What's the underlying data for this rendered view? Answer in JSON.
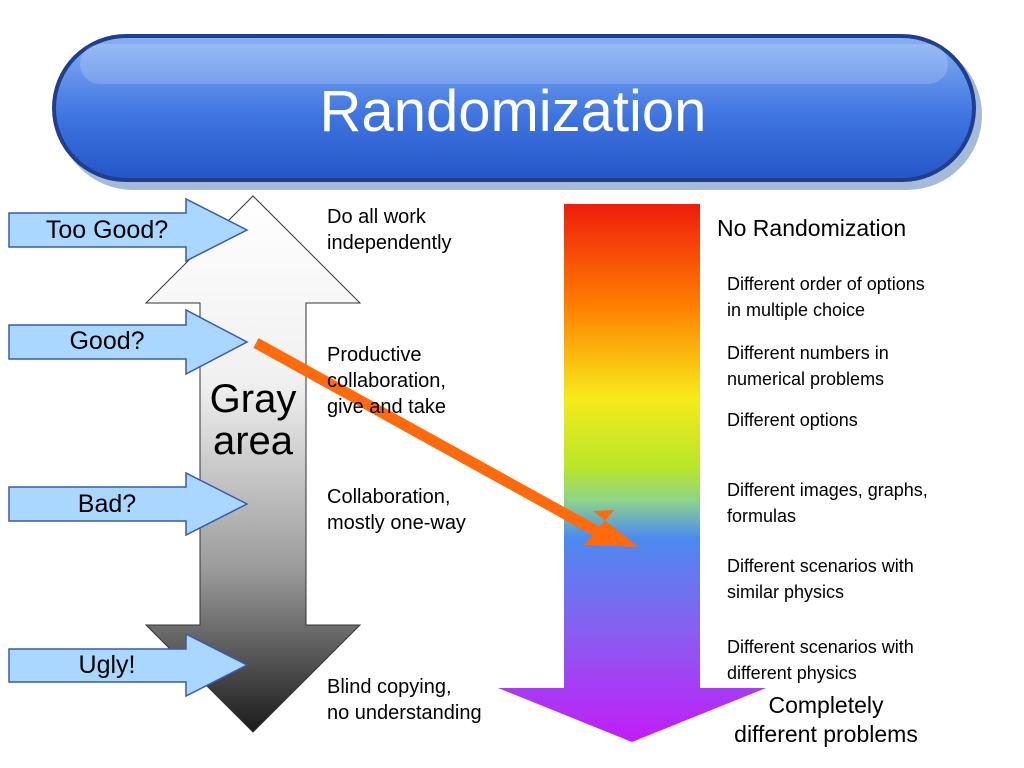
{
  "title": "Randomization",
  "colors": {
    "banner_top": "#7aa7f0",
    "banner_bottom": "#2d62d6",
    "pointer_fill": "#a9d7ff",
    "pointer_stroke": "#3a5aa8",
    "diagonal_arrow": "#ff6a0d"
  },
  "left_pointers": [
    {
      "label": "Too Good?"
    },
    {
      "label": "Good?"
    },
    {
      "label": "Bad?"
    },
    {
      "label": "Ugly!"
    }
  ],
  "gray_arrow_label": "Gray\narea",
  "behaviors": [
    {
      "text": "Do all work\nindependently"
    },
    {
      "text": "Productive\ncollaboration,\ngive and take"
    },
    {
      "text": "Collaboration,\nmostly one-way"
    },
    {
      "text": "Blind copying,\nno understanding"
    }
  ],
  "randomization_levels": {
    "top": "No Randomization",
    "items": [
      {
        "text": "Different order of options\nin multiple choice"
      },
      {
        "text": "Different numbers in\nnumerical problems"
      },
      {
        "text": "Different options"
      },
      {
        "text": "Different images, graphs,\nformulas"
      },
      {
        "text": "Different scenarios with\nsimilar physics"
      },
      {
        "text": "Different scenarios with\ndifferent physics"
      }
    ],
    "bottom": "Completely\ndifferent problems"
  }
}
